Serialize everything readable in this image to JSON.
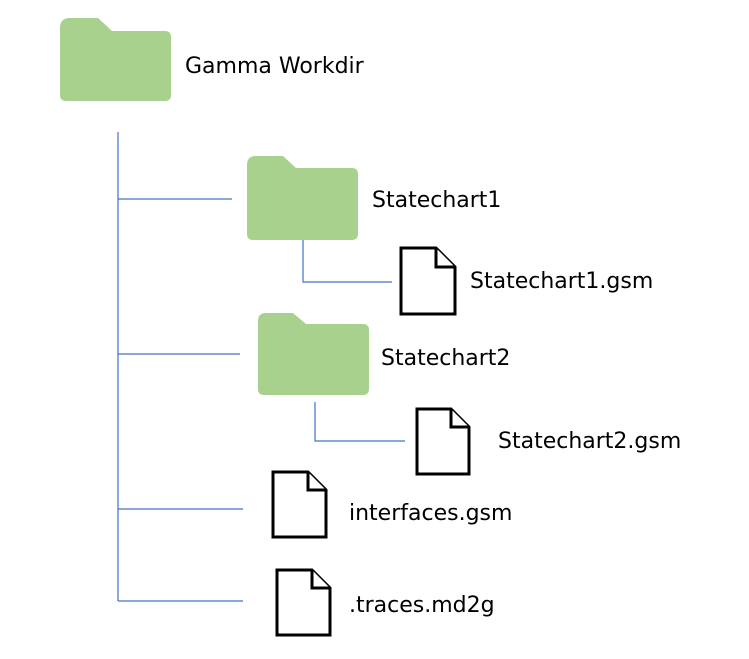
{
  "colors": {
    "folder_fill": "#A9D18E",
    "file_stroke": "#000000",
    "connector": "#4472C4"
  },
  "tree": {
    "root": {
      "label": "Gamma Workdir",
      "icon": "folder-icon"
    },
    "statechart1": {
      "label": "Statechart1",
      "icon": "folder-icon"
    },
    "statechart1_file": {
      "label": "Statechart1.gsm",
      "icon": "file-icon"
    },
    "statechart2": {
      "label": "Statechart2",
      "icon": "folder-icon"
    },
    "statechart2_file": {
      "label": "Statechart2.gsm",
      "icon": "file-icon"
    },
    "interfaces_file": {
      "label": "interfaces.gsm",
      "icon": "file-icon"
    },
    "traces_file": {
      "label": ".traces.md2g",
      "icon": "file-icon"
    }
  }
}
